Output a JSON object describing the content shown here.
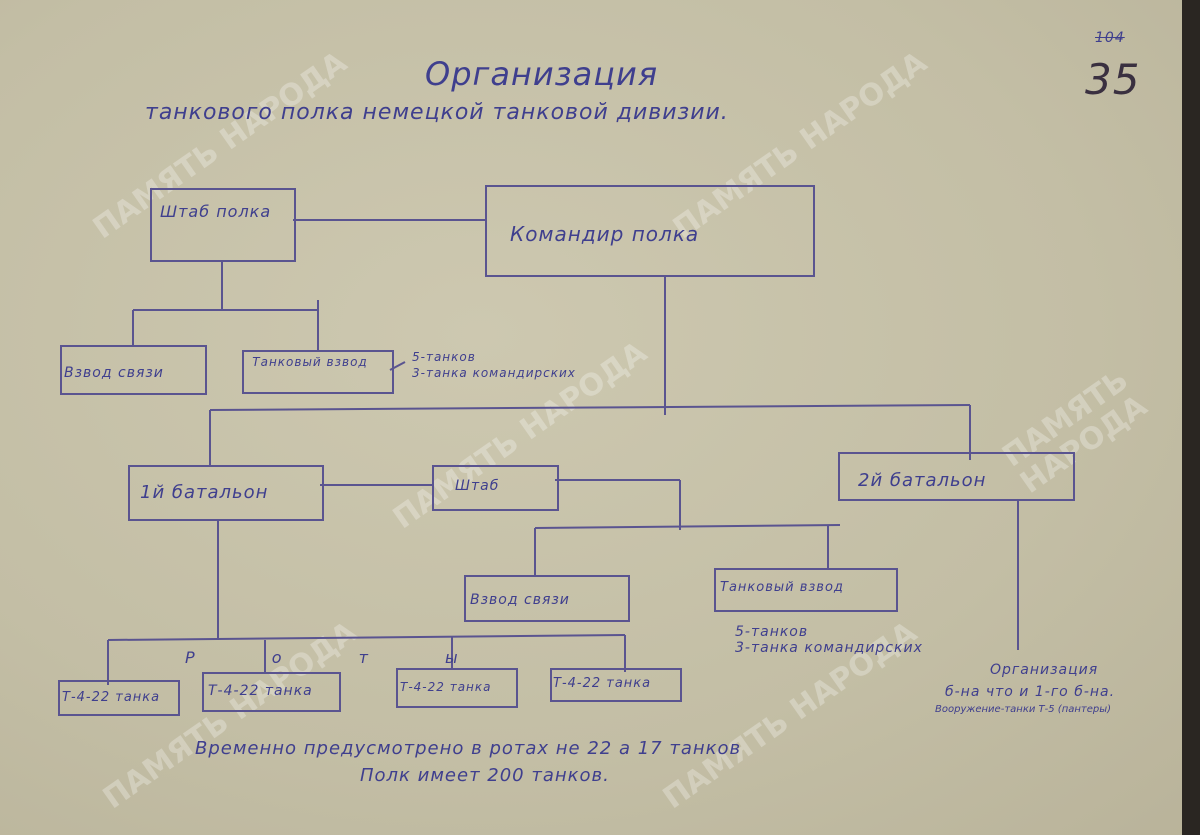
{
  "header": {
    "title": "Организация",
    "subtitle": "танкового полка немецкой танковой дивизии.",
    "page_number": "35",
    "old_page_number": "104"
  },
  "chart": {
    "hq": "Штаб полка",
    "commander": "Командир полка",
    "regt_signal": "Взвод связи",
    "regt_tank_platoon": "Танковый взвод",
    "regt_tank_note1": "5-танков",
    "regt_tank_note2": "3-танка командирских",
    "bn1": "1й батальон",
    "bn_hq": "Штаб",
    "bn2": "2й батальон",
    "bn_signal": "Взвод связи",
    "bn_tank_platoon": "Танковый взвод",
    "bn_tank_note1": "5-танков",
    "bn_tank_note2": "3-танка командирских",
    "companies_label": "Р о т ы",
    "companies": [
      "Т-4-22 танка",
      "Т-4-22 танка",
      "Т-4-22 танка",
      "Т-4-22 танка"
    ],
    "bn2_note1": "Организация",
    "bn2_note2": "б-на что и 1-го б-на.",
    "bn2_note3": "Вооружение-танки Т-5 (пантеры)"
  },
  "footer": {
    "line1": "Временно предусмотрено в ротах не 22 а 17 танков",
    "line2": "Полк имеет 200 танков."
  },
  "watermark": "ПАМЯТЬ НАРОДА"
}
